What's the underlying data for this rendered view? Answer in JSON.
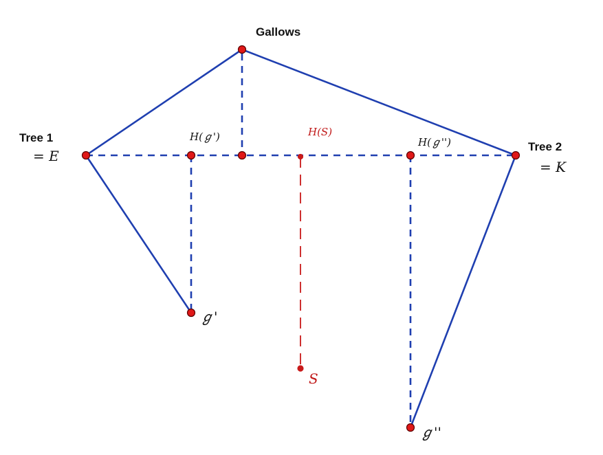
{
  "colors": {
    "line": "#1f3fb0",
    "point": "#e01818",
    "point_stroke": "#5a0000",
    "red_line": "#c81a1a",
    "text": "#111111",
    "red_text": "#c01818"
  },
  "labels": {
    "gallows": "Gallows",
    "tree1": "Tree 1",
    "tree1_sub": "= E",
    "tree2": "Tree 2",
    "tree2_sub": "= K",
    "h_g1": "H(ℊ')",
    "h_s": "H(S)",
    "h_g2": "H(ℊ'')",
    "g1": "ℊ'",
    "s": "S",
    "g2": "ℊ''"
  }
}
